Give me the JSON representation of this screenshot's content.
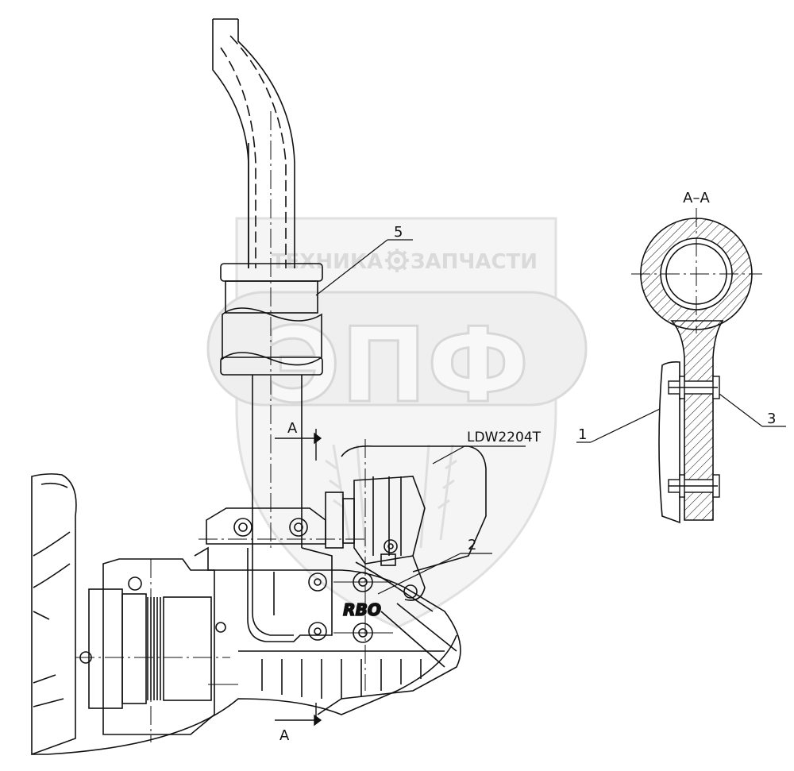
{
  "labels": {
    "section_title": "A–A",
    "section_mark_top": "A",
    "section_mark_bottom": "A",
    "engine_model": "LDW2204T",
    "callout_1": "1",
    "callout_2": "2",
    "callout_3": "3",
    "callout_5": "5",
    "engine_logo": "RBO"
  },
  "watermark": {
    "top_left": "ТЕХНИКА",
    "top_right": "ЗАПЧАСТИ",
    "big": "ЭПФ",
    "icon": "gear-icon",
    "color": "#c8c8c8"
  },
  "colors": {
    "line": "#111111",
    "watermark": "#cfcfcf"
  }
}
